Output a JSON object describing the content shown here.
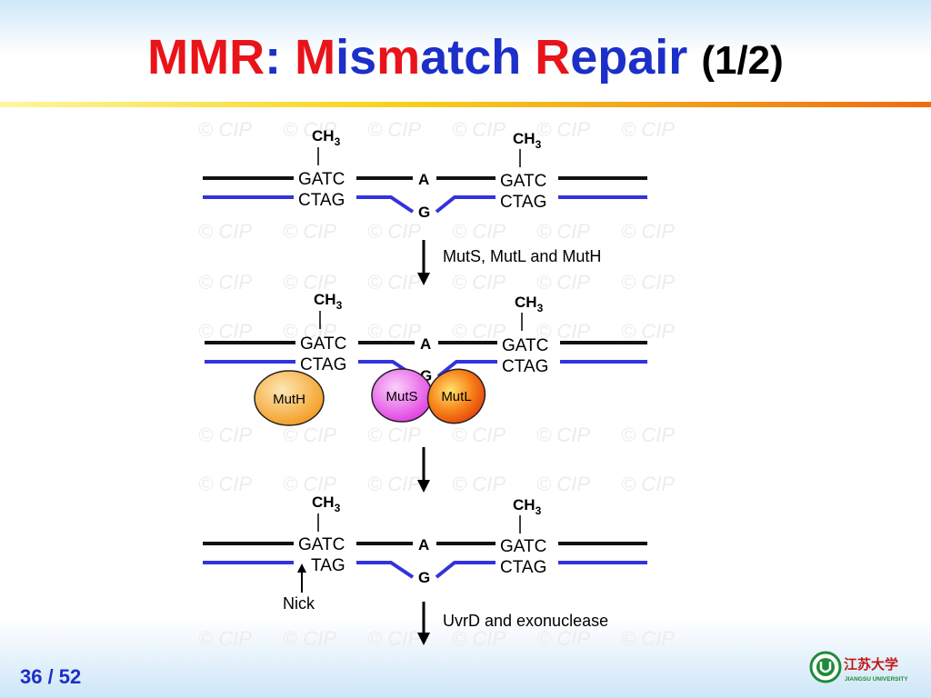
{
  "title": {
    "letters": [
      "M",
      "M",
      "R",
      ": ",
      "M",
      "is",
      "m",
      "atch ",
      "R",
      "epair"
    ],
    "suffix": "(1/2)"
  },
  "watermark": "© CIP",
  "diagram": {
    "methyl": "CH",
    "methyl_sub": "3",
    "gatc": "GATC",
    "ctag": "CTAG",
    "tag": "TAG",
    "base_a": "A",
    "base_g": "G",
    "step1_label": "MutS, MutL and MutH",
    "step3_label": "UvrD and exonuclease",
    "muth": "MutH",
    "muts": "MutS",
    "mutl": "MutL",
    "nick": "Nick"
  },
  "footer": {
    "page": "36 / 52",
    "logo_text": "江苏大学",
    "logo_sub": "JIANGSU UNIVERSITY"
  },
  "colors": {
    "red": "#e8141a",
    "blue_title": "#1c2fc8",
    "strand_blue": "#3333dd",
    "muth_fill": "#f6a83a",
    "muts_fill": "#ee55ee",
    "mutl_fill": "#f25a0e",
    "logo_green": "#1f8a3a"
  }
}
